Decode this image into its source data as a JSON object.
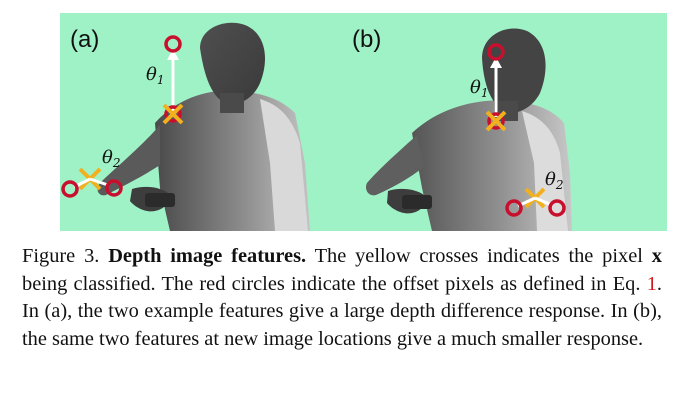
{
  "figure": {
    "panels": [
      {
        "label": "(a)",
        "theta1": "θ1",
        "theta2": "θ2"
      },
      {
        "label": "(b)",
        "theta1": "θ1",
        "theta2": "θ2"
      }
    ],
    "caption": {
      "label": "Figure 3.",
      "title": "Depth image features.",
      "text1": " The yellow crosses indicates the pixel ",
      "var": "x",
      "text2": " being classified.  The red circles indicate the offset pixels as defined in Eq. ",
      "eq_ref": "1",
      "text3": ".  In (a), the two example features give a large depth difference response.  In (b), the same two features at new image locations give a much smaller response."
    },
    "colors": {
      "background": "#9ff2c6",
      "circle": "#c8102e",
      "cross": "#f2b01e",
      "arrow": "#ffffff",
      "eq_ref": "#d41a1a"
    }
  }
}
